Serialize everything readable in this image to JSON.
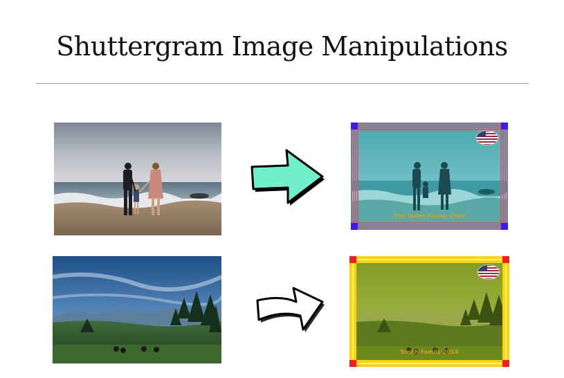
{
  "page": {
    "title": "Shuttergram Image Manipulations"
  },
  "examples": [
    {
      "caption": "The Smith Family 2019",
      "caption_color": "#d9a01a",
      "tint_color": "#2ec6c6",
      "border_colors": [
        "#7a7ab0",
        "#d95a5a"
      ],
      "corner_color": "#3a1cf0",
      "arrow_color": "#6ff0c8",
      "arrow_style": "filled"
    },
    {
      "caption": "Smith Family 2019",
      "caption_color": "#d99a1a",
      "tint_color": "#d8d400",
      "border_colors": [
        "#ffd400",
        "#ffffff"
      ],
      "corner_color": "#ff1a1a",
      "arrow_color": "#ffffff",
      "arrow_style": "outline-curved"
    }
  ],
  "icons": {
    "flag": "us-flag-icon"
  }
}
